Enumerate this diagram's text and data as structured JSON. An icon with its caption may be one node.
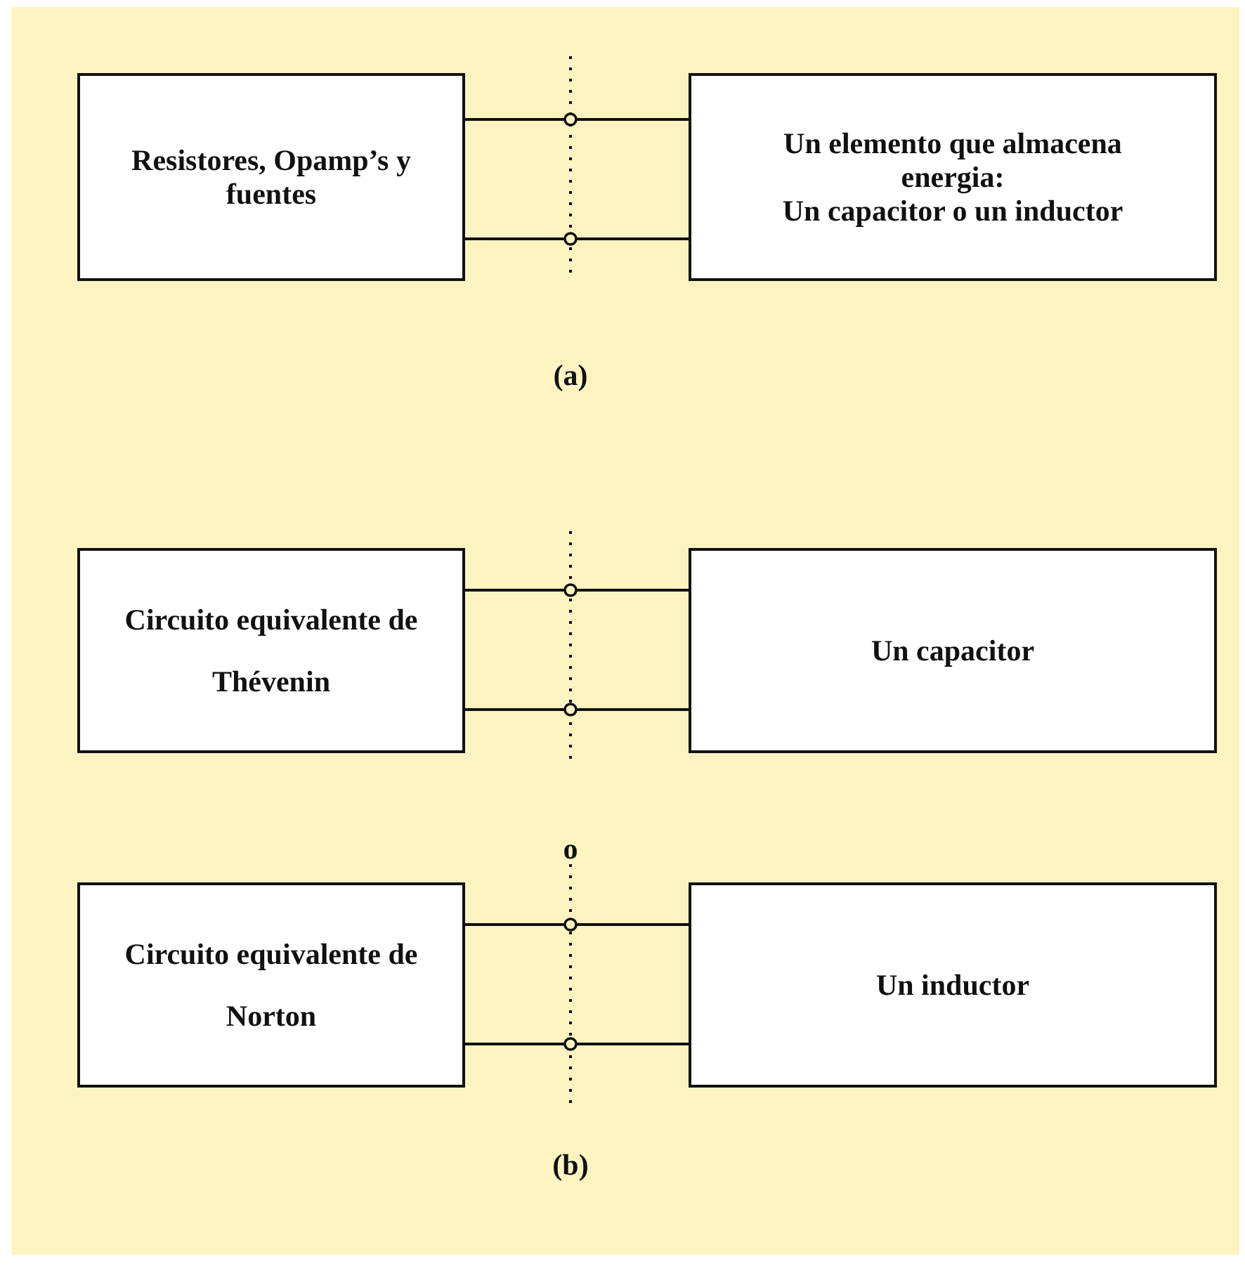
{
  "diagram": {
    "nodes": [
      {
        "text": [
          "Resistores, Opamp’s y fuentes"
        ]
      },
      {
        "text": [
          "Un elemento que almacena energia:",
          "Un capacitor o un inductor"
        ]
      },
      {
        "text": [
          "Circuito equivalente de Thévenin"
        ]
      },
      {
        "text": [
          "Un capacitor"
        ]
      },
      {
        "text": [
          "Circuito equivalente de Norton"
        ]
      },
      {
        "text": [
          "Un inductor"
        ]
      }
    ],
    "edges": [
      {
        "from": 0,
        "to": 1,
        "arrow": "none"
      },
      {
        "from": 0,
        "to": 1,
        "arrow": "none"
      },
      {
        "from": 2,
        "to": 3,
        "arrow": "none"
      },
      {
        "from": 2,
        "to": 3,
        "arrow": "none"
      },
      {
        "from": 4,
        "to": 5,
        "arrow": "none"
      },
      {
        "from": 4,
        "to": 5,
        "arrow": "none"
      }
    ],
    "labels": [
      "(a)",
      "o",
      "(b)"
    ]
  }
}
